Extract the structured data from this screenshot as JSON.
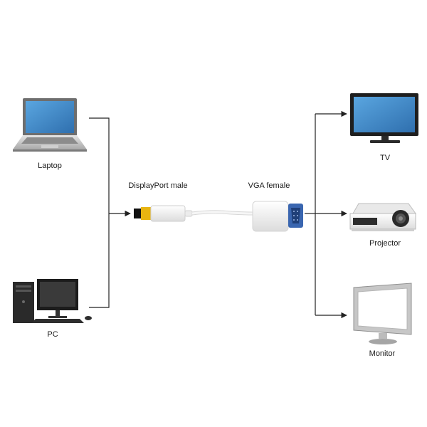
{
  "sources": {
    "laptop": {
      "label": "Laptop",
      "icon": "laptop-icon"
    },
    "pc": {
      "label": "PC",
      "icon": "desktop-pc-icon"
    }
  },
  "adapter": {
    "input_label": "DisplayPort male",
    "output_label": "VGA female",
    "input_icon": "displayport-plug-icon",
    "output_icon": "vga-port-icon",
    "plug_color": "#e8b410",
    "port_color": "#3a66b0"
  },
  "outputs": {
    "tv": {
      "label": "TV",
      "icon": "tv-icon"
    },
    "projector": {
      "label": "Projector",
      "icon": "projector-icon"
    },
    "monitor": {
      "label": "Monitor",
      "icon": "monitor-icon"
    }
  },
  "colors": {
    "line": "#222222",
    "screen": "#3f86c9"
  }
}
